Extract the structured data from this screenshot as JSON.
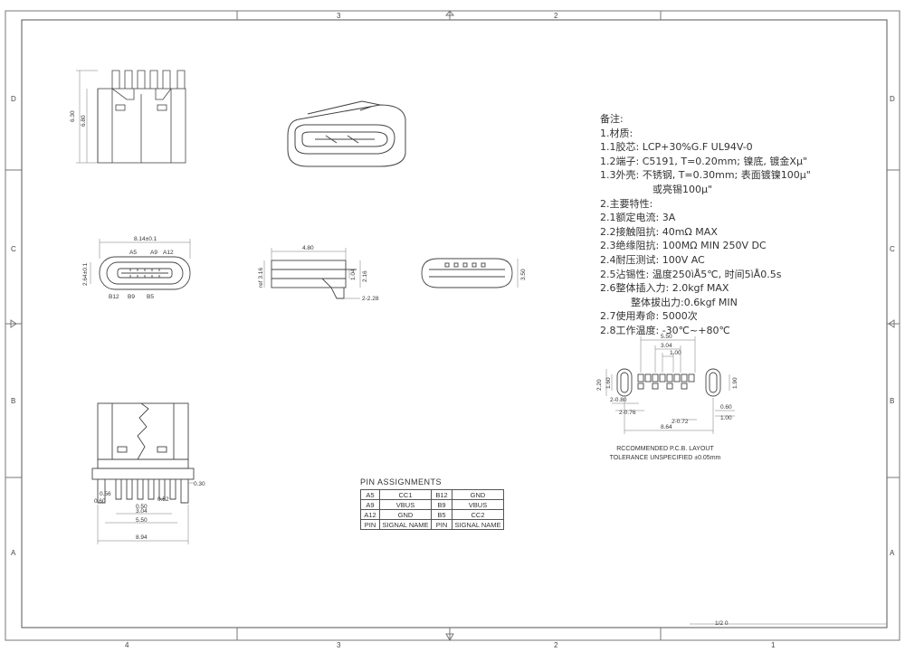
{
  "notes": {
    "heading": "备注:",
    "lines": [
      "1.材质:",
      "1.1胶芯: LCP+30%G.F UL94V-0",
      "1.2端子: C5191, T=0.20mm; 镍底, 镀金Xμ\"",
      "1.3外壳: 不锈钢, T=0.30mm; 表面镀镍100μ\"",
      "或亮锡100μ\"",
      "2.主要特性:",
      "2.1额定电流: 3A",
      "2.2接触阻抗: 40mΩ MAX",
      "2.3绝缘阻抗: 100MΩ MIN 250V DC",
      "2.4耐压测试: 100V AC",
      "2.5沾锡性: 温度250ìÅ5℃, 时间5ìÅ0.5s",
      "2.6整体插入力: 2.0kgf MAX",
      "整体拔出力:0.6kgf MIN",
      "2.7使用寿命: 5000次",
      "2.8工作温度: -30℃~+80℃"
    ]
  },
  "zones": {
    "top": [
      "3",
      "2"
    ],
    "bottom": [
      "4",
      "3",
      "2",
      "1"
    ],
    "left": [
      "D",
      "C",
      "B",
      "A"
    ],
    "right": [
      "D",
      "C",
      "B",
      "A"
    ]
  },
  "pin_assignments": {
    "title": "PIN ASSIGNMENTS",
    "rows": [
      [
        "A5",
        "CC1",
        "B12",
        "GND"
      ],
      [
        "A9",
        "VBUS",
        "B9",
        "VBUS"
      ],
      [
        "A12",
        "GND",
        "B5",
        "CC2"
      ],
      [
        "PIN",
        "SIGNAL NAME",
        "PIN",
        "SIGNAL NAME"
      ]
    ]
  },
  "pcb_layout": {
    "title": "RCCOMMENDED P.C.B. LAYOUT",
    "tolerance": "TOLERANCE UNSPECIFIED ±0.05mm",
    "dims": {
      "d550": "5.50",
      "d304": "3.04",
      "d100": "1.00",
      "d220": "2.20",
      "d160": "1.60",
      "d190": "1.90",
      "d2x080": "2-0.80",
      "d2x076": "2-0.76",
      "d2x072": "2-0.72",
      "d060": "0.60",
      "d100b": "1.00",
      "d864": "8.64"
    }
  },
  "front_view": {
    "dim_top": "8.14±0.1",
    "dim_side": "2.64±0.1",
    "pins_top": [
      "A5",
      "A9",
      "A12"
    ],
    "pins_bottom": [
      "B12",
      "B9",
      "B5"
    ]
  },
  "top_left_view": {
    "dim_a": "6.30",
    "dim_b": "6.80"
  },
  "side_view": {
    "dim_top": "4.80",
    "dim_left": "ref 3.16",
    "dim_mid": "1.04",
    "dim_right": "2.16",
    "dim_bottom": "2-2.28"
  },
  "right_view": {
    "dim_h": "3.50"
  },
  "bottom_view": {
    "d030": "0.30",
    "d056": "0.56",
    "d060": "0.60",
    "d050": "0.50",
    "d052": "0.52",
    "d304": "3.04",
    "d550": "5.50",
    "d894": "8.94"
  },
  "title_block": {
    "sheet_fragment": "1/2 0"
  }
}
